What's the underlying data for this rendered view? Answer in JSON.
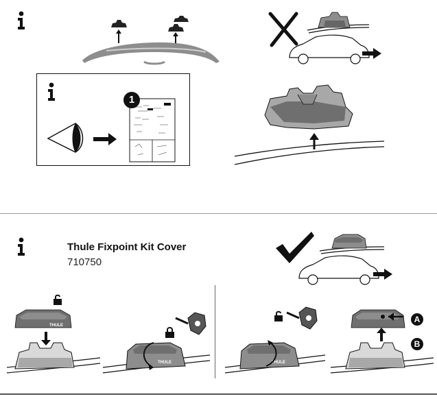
{
  "kit": {
    "title": "Thule Fixpoint Kit Cover",
    "number": "710750"
  },
  "manual_page": {
    "step_number": "1"
  },
  "labels": {
    "brand": "THULE",
    "marker_a": "A",
    "marker_b": "B"
  },
  "icons": [
    "info-icon",
    "eye-icon",
    "arrow-right-icon",
    "cross-icon",
    "checkmark-icon",
    "car-icon",
    "lock-icon",
    "unlock-icon",
    "key-icon",
    "rotate-arrow-icon"
  ],
  "colors": {
    "ink": "#111111",
    "roof_gray": "#8d8d8d",
    "cover_gray": "#6f6f6f",
    "foot_gray": "#a8a8a8",
    "light_gray": "#d9d9d9",
    "divider": "#9a9a9a"
  }
}
